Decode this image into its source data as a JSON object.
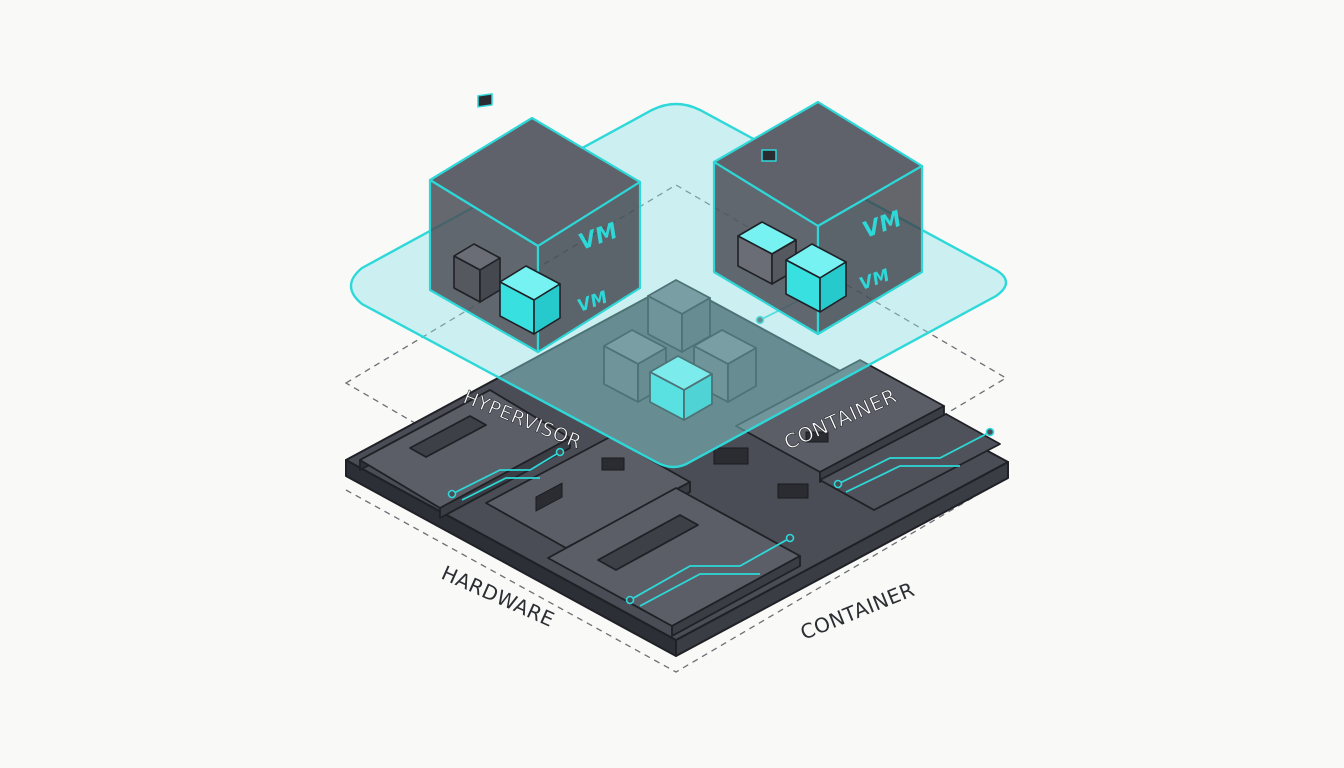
{
  "labels": {
    "vm_large_left": "VM",
    "vm_small_left": "VM",
    "vm_large_right": "VM",
    "vm_small_right": "VM",
    "hypervisor": "HYPERVISOR",
    "container_board": "CONTAINER",
    "hardware": "HARDWARE",
    "container_bottom": "CONTAINER"
  },
  "colors": {
    "accent": "#2ed8d8",
    "dark": "#4a4d55",
    "outline": "#1f2126",
    "plane": "#b9ecee"
  }
}
